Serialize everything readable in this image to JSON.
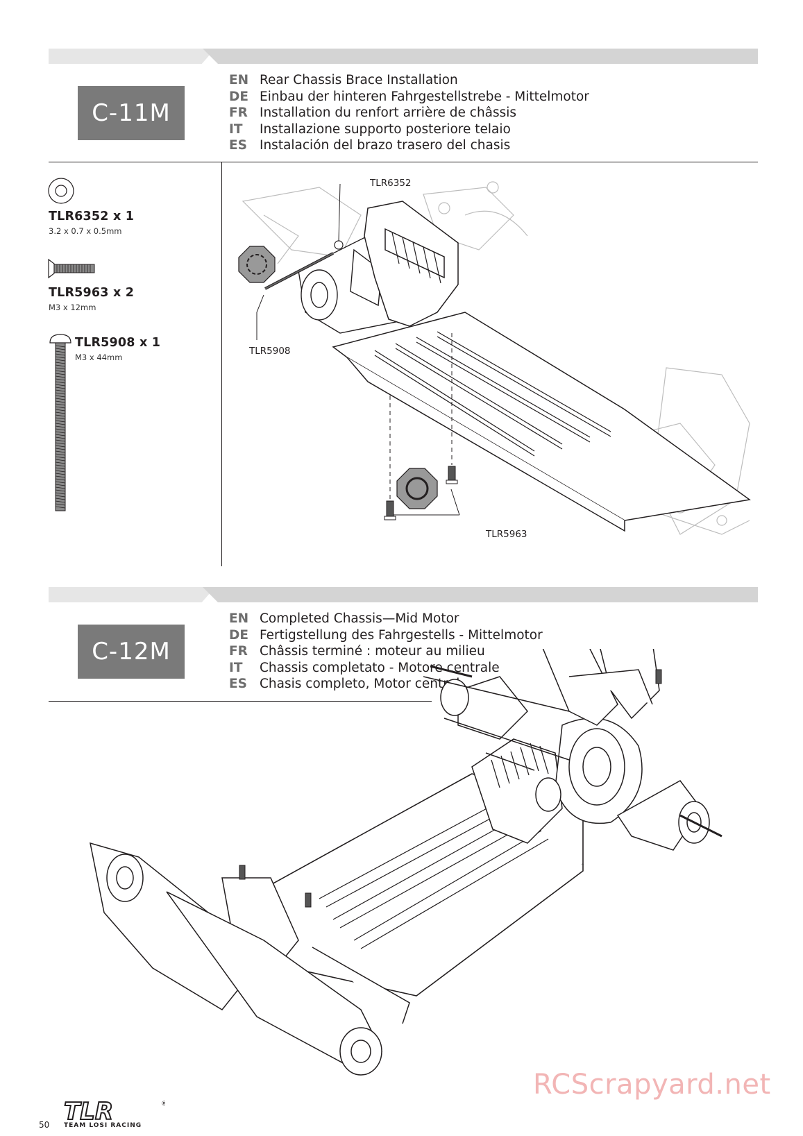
{
  "steps": [
    {
      "id": "C-11M",
      "languages": [
        {
          "code": "EN",
          "text": "Rear Chassis Brace Installation"
        },
        {
          "code": "DE",
          "text": "Einbau der hinteren Fahrgestellstrebe - Mittelmotor"
        },
        {
          "code": "FR",
          "text": "Installation du renfort arrière de châssis"
        },
        {
          "code": "IT",
          "text": "Installazione supporto posteriore telaio"
        },
        {
          "code": "ES",
          "text": "Instalación del brazo trasero del chasis"
        }
      ],
      "parts": [
        {
          "name": "TLR6352 x 1",
          "size": "3.2 x 0.7 x 0.5mm",
          "icon": "washer-icon"
        },
        {
          "name": "TLR5963 x 2",
          "size": "M3 x 12mm",
          "icon": "flat-head-screw-icon"
        },
        {
          "name": "TLR5908 x 1",
          "size": "M3 x 44mm",
          "icon": "button-head-screw-icon"
        }
      ],
      "callouts": [
        "TLR6352",
        "TLR5908",
        "TLR5963"
      ]
    },
    {
      "id": "C-12M",
      "languages": [
        {
          "code": "EN",
          "text": "Completed Chassis—Mid Motor"
        },
        {
          "code": "DE",
          "text": "Fertigstellung des Fahrgestells - Mittelmotor"
        },
        {
          "code": "FR",
          "text": "Châssis terminé : moteur au milieu"
        },
        {
          "code": "IT",
          "text": "Chassis completato - Motore centrale"
        },
        {
          "code": "ES",
          "text": "Chasis completo, Motor central"
        }
      ]
    }
  ],
  "footer": {
    "page_number": "50",
    "brand_logo": "TLR",
    "brand_name": "TEAM LOSI RACING",
    "watermark": "RCScrapyard.net"
  }
}
